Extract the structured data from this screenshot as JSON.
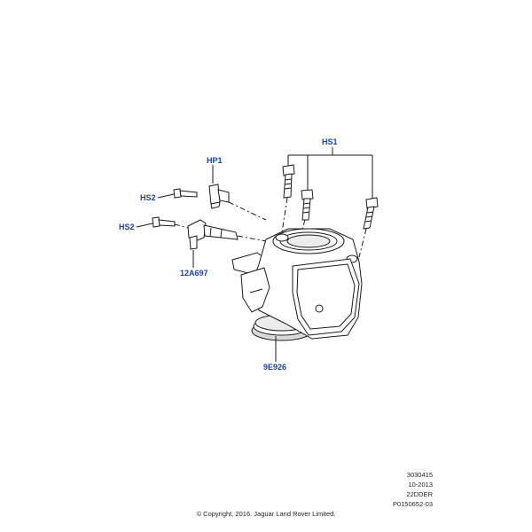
{
  "callouts": {
    "hs1": "HS1",
    "hp1": "HP1",
    "hs2_upper": "HS2",
    "hs2_lower": "HS2",
    "sensor": "12A697",
    "throttle_body": "9E926"
  },
  "footer": {
    "ref_number": "3030415",
    "date": "10-2013",
    "code": "22DDER",
    "drawing_id": "P0150652-03",
    "copyright": "© Copyright, 2016. Jaguar Land Rover Limited."
  },
  "colors": {
    "callout_text": "#1a3fb0",
    "line_art": "#1a1a1a",
    "part_fill": "#ffffff",
    "shade": "#d9d9d9"
  }
}
